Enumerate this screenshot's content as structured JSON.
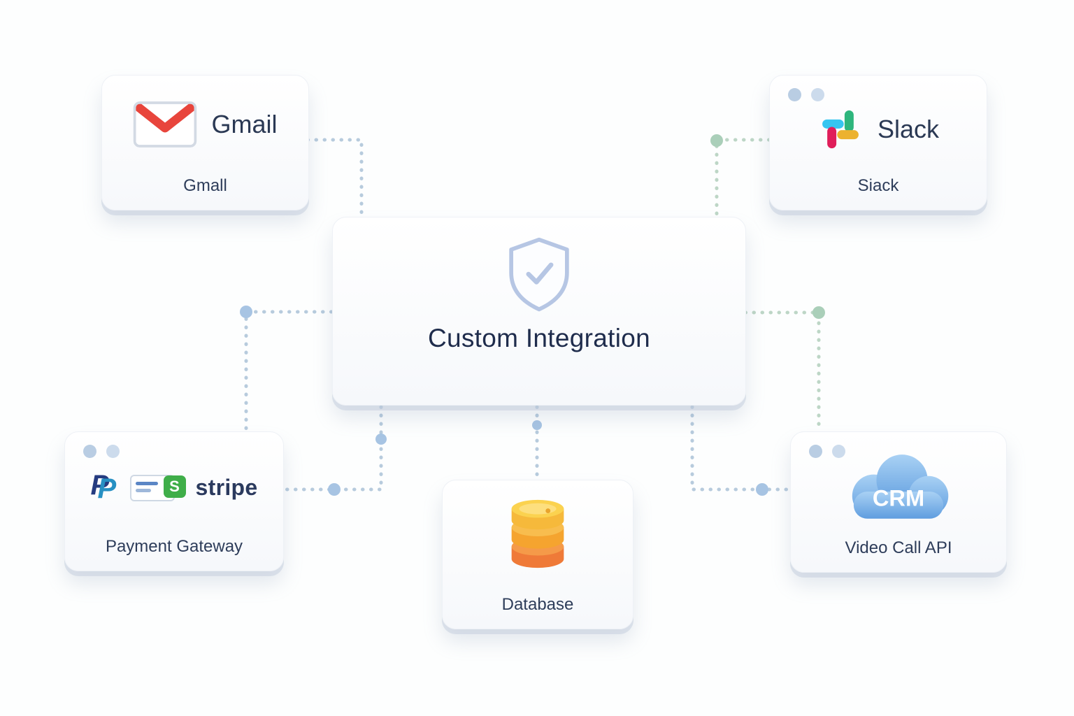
{
  "center": {
    "title": "Custom Integration"
  },
  "nodes": {
    "gmail": {
      "label": "Gmail",
      "caption": "Gmall"
    },
    "slack": {
      "label": "Slack",
      "caption": "Siack"
    },
    "payment": {
      "brand": "stripe",
      "caption": "Payment Gateway"
    },
    "database": {
      "caption": "Database"
    },
    "video": {
      "caption": "Video Call API",
      "icon_text": "CRM"
    }
  },
  "icons": {
    "center": "shield-check-icon",
    "gmail": "gmail-envelope-icon",
    "slack": "slack-logo-icon",
    "payment": [
      "paypal-icon",
      "stripe-card-icon"
    ],
    "database": "database-cylinder-icon",
    "video": "crm-cloud-icon"
  },
  "colors": {
    "connector_line": "#b7cbdd",
    "connector_line_green": "#bdd6c6",
    "junction_dot_blue": "#a7c4e3",
    "junction_dot_green": "#aacfb9",
    "gmail_red": "#e8453c",
    "slack_blue": "#36c5f0",
    "slack_green": "#2eb67d",
    "slack_yellow": "#ecb22e",
    "slack_red": "#e01e5a",
    "paypal_blue": "#253b80",
    "paypal_light_blue": "#2790c3",
    "stripe_green": "#3fae49",
    "database_yellow": "#fbd24f",
    "database_orange": "#ef7a38",
    "cloud_blue": "#5f9ddf",
    "text_dark": "#25324f"
  }
}
